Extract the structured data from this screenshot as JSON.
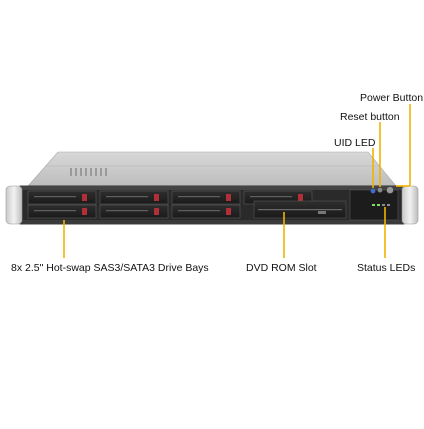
{
  "diagram": {
    "callout_color": "#f0b400",
    "labels": {
      "power_button": "Power Button",
      "reset_button": "Reset button",
      "uid_led": "UID LED",
      "drive_bays": "8x 2.5\" Hot-swap SAS3/SATA3 Drive Bays",
      "dvd_rom_slot": "DVD ROM Slot",
      "status_leds": "Status LEDs"
    },
    "drive_latch_color": "#b0303a"
  }
}
